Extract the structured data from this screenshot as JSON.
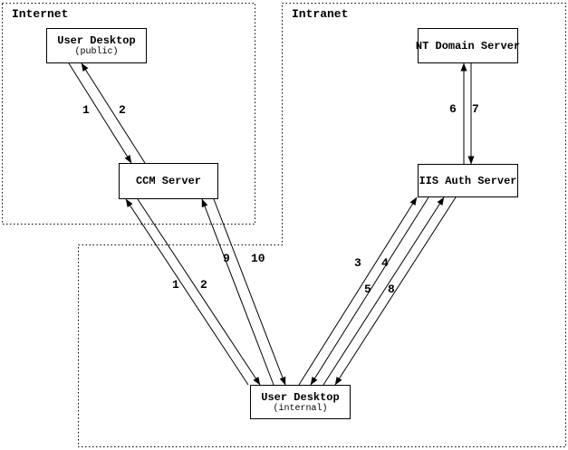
{
  "diagram": {
    "zones": [
      {
        "label": "Internet"
      },
      {
        "label": "Intranet"
      }
    ],
    "nodes": [
      {
        "id": "user-desktop-public",
        "title": "User Desktop",
        "subtitle": "(public)",
        "zone": "Internet"
      },
      {
        "id": "ccm-server",
        "title": "CCM Server",
        "zone": "Internet"
      },
      {
        "id": "nt-domain-server",
        "title": "NT Domain Server",
        "zone": "Intranet"
      },
      {
        "id": "iis-auth-server",
        "title": "IIS Auth Server",
        "zone": "Intranet"
      },
      {
        "id": "user-desktop-internal",
        "title": "User Desktop",
        "subtitle": "(internal)",
        "zone": "Intranet"
      }
    ],
    "edges": [
      {
        "label": "1",
        "from": "user-desktop-public",
        "to": "ccm-server"
      },
      {
        "label": "2",
        "from": "ccm-server",
        "to": "user-desktop-public"
      },
      {
        "label": "1",
        "from": "user-desktop-internal",
        "to": "ccm-server"
      },
      {
        "label": "2",
        "from": "ccm-server",
        "to": "user-desktop-internal"
      },
      {
        "label": "9",
        "from": "user-desktop-internal",
        "to": "ccm-server"
      },
      {
        "label": "10",
        "from": "ccm-server",
        "to": "user-desktop-internal"
      },
      {
        "label": "3",
        "from": "user-desktop-internal",
        "to": "iis-auth-server"
      },
      {
        "label": "4",
        "from": "iis-auth-server",
        "to": "user-desktop-internal"
      },
      {
        "label": "5",
        "from": "user-desktop-internal",
        "to": "iis-auth-server"
      },
      {
        "label": "8",
        "from": "iis-auth-server",
        "to": "user-desktop-internal"
      },
      {
        "label": "6",
        "from": "iis-auth-server",
        "to": "nt-domain-server"
      },
      {
        "label": "7",
        "from": "nt-domain-server",
        "to": "iis-auth-server"
      }
    ],
    "colors": {
      "line": "#000000",
      "background": "#ffffff"
    }
  }
}
